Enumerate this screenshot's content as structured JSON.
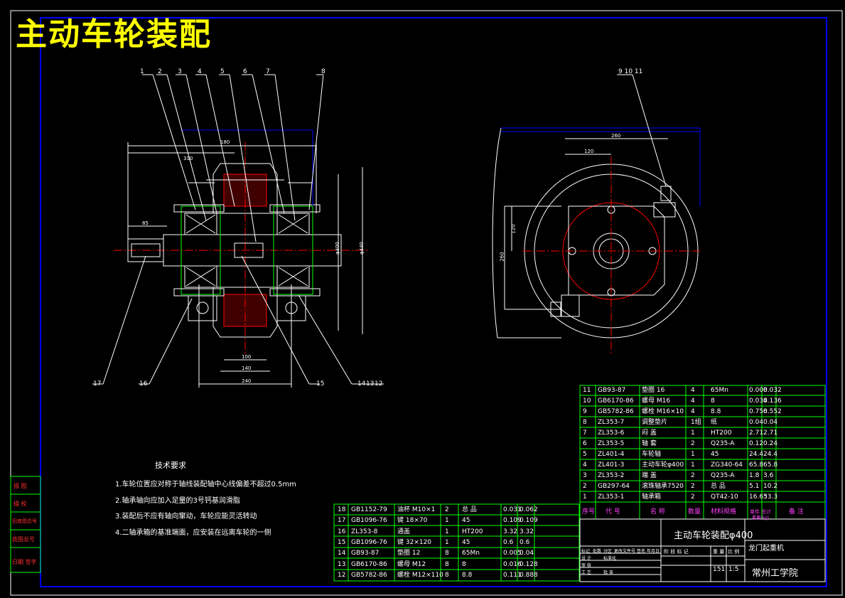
{
  "title": "主动车轮装配",
  "tech_requirements": {
    "heading": "技术要求",
    "items": [
      "1.车轮位置应对称于轴线装配轴中心线偏差不超过0.5mm",
      "2.轴承轴向应加入足量的3号钙基润滑脂",
      "3.装配后不应有轴向窜动，车轮应能灵活转动",
      "4.二轴承箱的基准端面，应安装在远离车轮的一侧"
    ]
  },
  "callouts_top": [
    "1",
    "2",
    "3",
    "4",
    "5",
    "6",
    "7",
    "8"
  ],
  "callouts_bottom": [
    "17",
    "16",
    "15",
    "14",
    "13",
    "12"
  ],
  "callouts_side_view": "9 10 11",
  "dims": {
    "d1": "310",
    "d2": "180",
    "d3": "85",
    "d4": "100",
    "d5": "140",
    "d6": "240",
    "d7": "φ400",
    "d8": "φ440",
    "d9": "260",
    "d10": "120",
    "d11": "120",
    "d12": "260"
  },
  "side_labels": [
    "描 图",
    "描 校",
    "旧底图总号",
    "底图总号",
    "日期 签字"
  ],
  "bom_upper": [
    [
      "11",
      "GB93-87",
      "垫圈 16",
      "4",
      "65Mn",
      "0.008",
      "0.032"
    ],
    [
      "10",
      "GB6170-86",
      "螺母 M16",
      "4",
      "8",
      "0.034",
      "0.136"
    ],
    [
      "9",
      "GB5782-86",
      "螺栓 M16×10",
      "4",
      "8.8",
      "0.758",
      "0.552"
    ],
    [
      "8",
      "ZL353-7",
      "调整垫片",
      "1组",
      "纸",
      "0.04",
      "0.04"
    ],
    [
      "7",
      "ZL353-6",
      "闷 盖",
      "1",
      "HT200",
      "2.71",
      "2.71"
    ],
    [
      "6",
      "ZL353-5",
      "轴 套",
      "2",
      "Q235-A",
      "0.12",
      "0.24"
    ],
    [
      "5",
      "ZL401-4",
      "车轮轴",
      "1",
      "45",
      "24.4",
      "24.4"
    ],
    [
      "4",
      "ZL401-3",
      "主动车轮φ400",
      "1",
      "ZG340-64",
      "65.8",
      "65.8"
    ],
    [
      "3",
      "ZL353-2",
      "端 盖",
      "2",
      "Q235-A",
      "1.8",
      "3.6"
    ],
    [
      "2",
      "GB297-64",
      "滚珠轴承7520",
      "2",
      "总 品",
      "5.1",
      "10.2"
    ],
    [
      "1",
      "ZL353-1",
      "轴承箱",
      "2",
      "QT42-10",
      "16.65",
      "33.3"
    ]
  ],
  "bom_header": [
    "序号",
    "代 号",
    "名 称",
    "数量",
    "材料规格",
    "单件 总计",
    "备 注"
  ],
  "bom_header_sub": "重量(kg)",
  "bom_lower": [
    [
      "18",
      "GB1152-79",
      "油杯 M10×1",
      "2",
      "总 品",
      "0.031",
      "0.062"
    ],
    [
      "17",
      "GB1096-76",
      "键 18×70",
      "1",
      "45",
      "0.109",
      "0.109"
    ],
    [
      "16",
      "ZL353-8",
      "通盖",
      "1",
      "HT200",
      "3.32",
      "3.32"
    ],
    [
      "15",
      "GB1096-76",
      "键 32×120",
      "1",
      "45",
      "0.6",
      "0.6"
    ],
    [
      "14",
      "GB93-87",
      "垫圈 12",
      "8",
      "65Mn",
      "0.005",
      "0.04"
    ],
    [
      "13",
      "GB6170-86",
      "螺母 M12",
      "8",
      "8",
      "0.016",
      "0.128"
    ],
    [
      "12",
      "GB5782-86",
      "螺栓 M12×110",
      "8",
      "8.8",
      "0.111",
      "0.888"
    ]
  ],
  "title_block": {
    "drawing_name": "主动车轮装配φ400",
    "machine": "龙门起重机",
    "school": "常州工学院",
    "weight": "151",
    "scale": "1:5",
    "labels_left": [
      "标记",
      "处数",
      "分区",
      "更改文件号",
      "签名",
      "年月日"
    ],
    "labels_rows": [
      "设 计",
      "标准化",
      "审 核",
      "工 艺",
      "批 准"
    ],
    "labels_stage": [
      "阶 段 标 记",
      "重 量",
      "比 例"
    ]
  },
  "colors": {
    "frame": "#0000ff",
    "line": "#ffffff",
    "center": "#ff0000",
    "green": "#00ff00",
    "yellow": "#ffff00",
    "magenta": "#ff40ff",
    "cyan": "#00ffff"
  }
}
